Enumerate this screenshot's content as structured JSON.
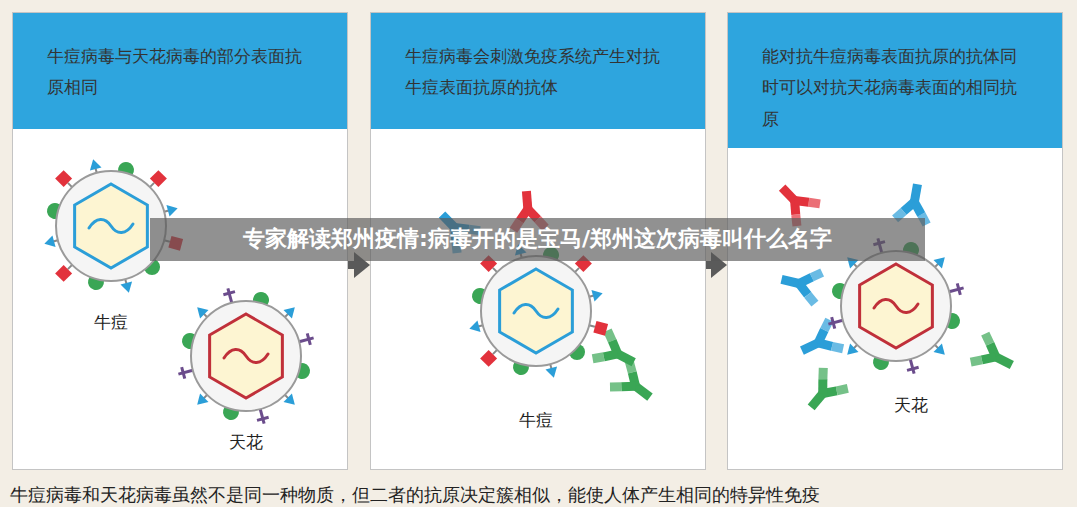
{
  "diagram": {
    "caption": "牛痘病毒和天花病毒虽然不是同一种物质，但二者的抗原决定簇相似，能使人体产生相同的特异性免疫",
    "nodes": [
      {
        "text": [
          "牛痘病毒与天花病毒的部分表面抗原相同"
        ]
      },
      {
        "text": [
          "牛痘"
        ],
        "in": 0
      },
      {
        "text": [
          "天花"
        ],
        "in": 0
      },
      {
        "text": [
          "牛痘病毒会刺激免疫系统产生对抗牛痘表面抗原的抗体"
        ]
      },
      {
        "text": [
          "牛痘"
        ],
        "in": 3
      },
      {
        "text": [
          "能对抗牛痘病毒表面抗原的抗体同时可以对抗天花病毒表面的相同抗原"
        ]
      },
      {
        "text": [
          "天花"
        ],
        "in": 5
      }
    ],
    "edges": [
      {
        "from": 0,
        "to": 3,
        "arrow": "to"
      },
      {
        "from": 3,
        "to": 5,
        "arrow": "to"
      }
    ],
    "labels": [
      "专家解读郑州疫情:病毒开的是宝马/郑州这次病毒叫什么名字"
    ]
  }
}
